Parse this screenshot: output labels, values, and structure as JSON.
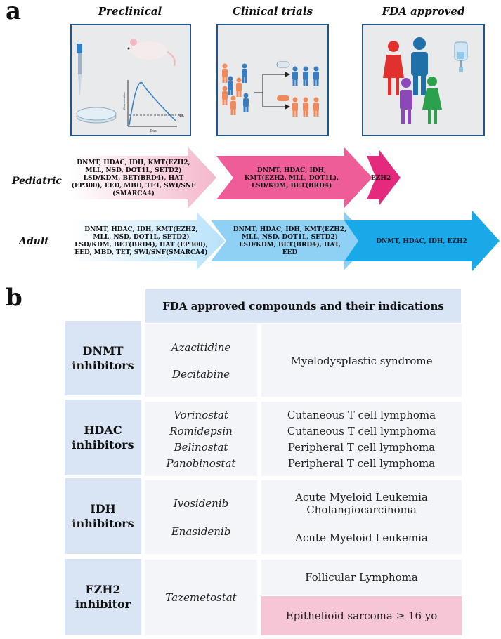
{
  "panel_a": {
    "letter": "a",
    "stages": [
      {
        "title": "Preclinical"
      },
      {
        "title": "Clinical trials"
      },
      {
        "title": "FDA approved"
      }
    ],
    "icons": {
      "mic_label": "MIC",
      "graph_ylabel": "Concentration",
      "graph_xlabel": "Time"
    },
    "rows": [
      {
        "label": "Pediatric",
        "segments": [
          "DNMT, HDAC, IDH, KMT(EZH2, MLL, NSD, DOT1L, SETD2) LSD/KDM, BET(BRD4), HAT (EP300), EED, MBD, TET, SWI/SNF (SMARCA4)",
          "DNMT, HDAC, IDH, KMT(EZH2, MLL, DOT1L), LSD/KDM, BET(BRD4)",
          "EZH2"
        ],
        "colors": [
          "#f6c6d6",
          "#ef5d99",
          "#e52a7d"
        ]
      },
      {
        "label": "Adult",
        "segments": [
          "DNMT, HDAC, IDH, KMT(EZH2, MLL, NSD, DOT1L, SETD2) LSD/KDM, BET(BRD4), HAT (EP300), EED, MBD, TET, SWI/SNF(SMARCA4)",
          "DNMT, HDAC, IDH, KMT(EZH2, MLL, NSD, DOT1L, SETD2) LSD/KDM, BET(BRD4), HAT, EED",
          "DNMT, HDAC, IDH, EZH2"
        ],
        "colors": [
          "#d2eefc",
          "#8fd0f5",
          "#1aa9e8"
        ]
      }
    ]
  },
  "panel_b": {
    "letter": "b",
    "header": "FDA approved compounds and their indications",
    "groups": [
      {
        "class": "DNMT inhibitors",
        "drugs": [
          "Azacitidine",
          "Decitabine"
        ],
        "indications": [
          "Myelodysplastic syndrome"
        ]
      },
      {
        "class": "HDAC inhibitors",
        "drugs": [
          "Vorinostat",
          "Romidepsin",
          "Belinostat",
          "Panobinostat"
        ],
        "indications": [
          "Cutaneous T cell lymphoma",
          "Cutaneous T cell lymphoma",
          "Peripheral T cell lymphoma",
          "Peripheral T cell lymphoma"
        ]
      },
      {
        "class": "IDH inhibitors",
        "drugs": [
          "Ivosidenib",
          "Enasidenib"
        ],
        "indications": [
          "Acute Myeloid Leukemia",
          "Cholangiocarcinoma",
          "Acute Myeloid Leukemia"
        ]
      },
      {
        "class": "EZH2 inhibitor",
        "drugs": [
          "Tazemetostat"
        ],
        "indications": [
          "Follicular Lymphoma",
          "Epithelioid sarcoma  ≥ 16 yo"
        ]
      }
    ],
    "highlight_color": "#f6c6d6"
  },
  "colors": {
    "box_border": "#1f5588",
    "table_header": "#d9e4f4",
    "table_cell": "#f4f5f9"
  }
}
